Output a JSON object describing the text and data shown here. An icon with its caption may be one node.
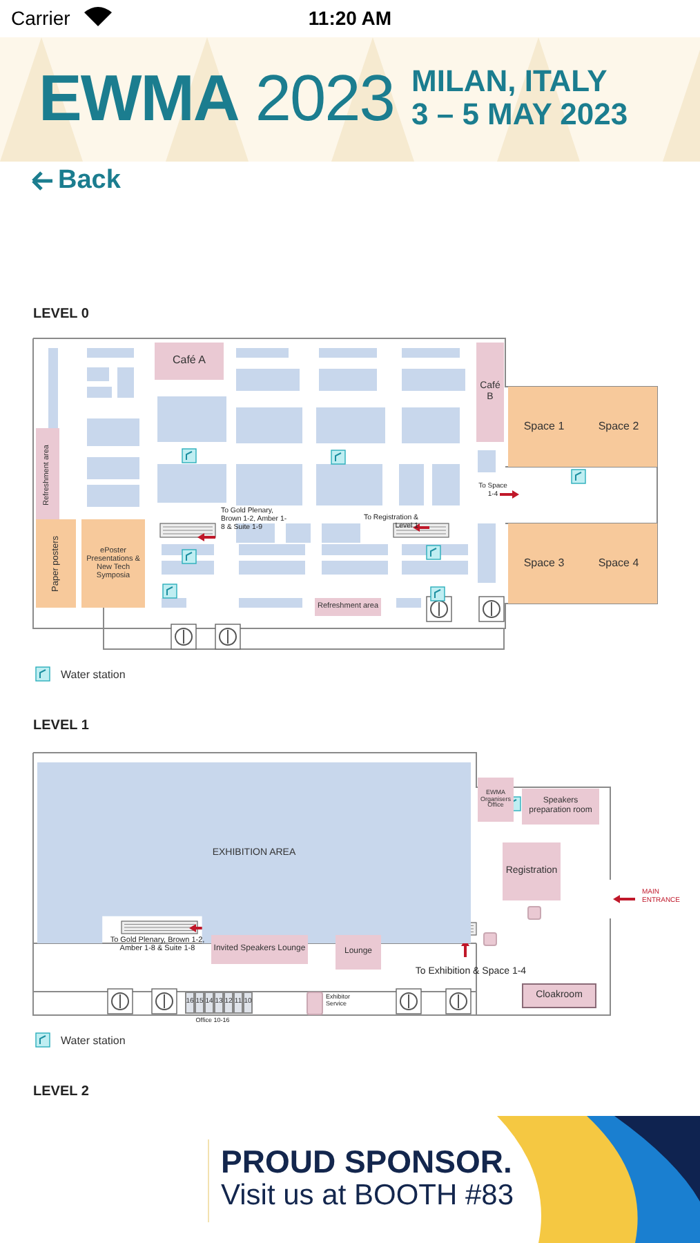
{
  "diagram": {
    "title": "**EWMA** 2023",
    "nodes": [
      {
        "text": [
          "Café A"
        ]
      },
      {
        "text": [
          "Café B"
        ]
      },
      {
        "text": [
          "Refreshment area"
        ]
      },
      {
        "text": [
          "Paper posters"
        ]
      },
      {
        "text": [
          "ePoster Presentations & New Tech Symposia"
        ]
      },
      {
        "text": [
          "Refreshment area"
        ]
      },
      {
        "text": [
          "Space 1"
        ]
      },
      {
        "text": [
          "Space 2"
        ]
      },
      {
        "text": [
          "Space 3"
        ]
      },
      {
        "text": [
          "Space 4"
        ]
      },
      {
        "text": [
          "EXHIBITION AREA"
        ]
      },
      {
        "text": [
          "Invited Speakers Lounge"
        ]
      },
      {
        "text": [
          "Lounge"
        ]
      },
      {
        "text": [],
        "shape": "box",
        "beside": [
          "Exhibitor Service"
        ]
      },
      {
        "text": [
          "EWMA Organisers Office"
        ]
      },
      {
        "text": [
          "Speakers preparation room"
        ]
      },
      {
        "text": [
          "Registration"
        ]
      },
      {
        "text": [],
        "shape": "box"
      },
      {
        "text": [],
        "shape": "box"
      },
      {
        "text": [
          "Cloakroom"
        ]
      },
      {
        "text": [
          "16"
        ]
      },
      {
        "text": [
          "15"
        ]
      },
      {
        "text": [
          "14"
        ]
      },
      {
        "text": [
          "13"
        ]
      },
      {
        "text": [
          "12"
        ]
      },
      {
        "text": [
          "11"
        ]
      },
      {
        "text": [
          "10"
        ]
      }
    ],
    "labels": [
      "Carrier",
      "11:20 AM",
      "MILAN, ITALY",
      "3 – 5 MAY 2023",
      "Back",
      "LEVEL 0",
      "To Gold Plenary, Brown 1-2, Amber 1-8 & Suite 1-9",
      "To Registration & Level 1",
      "To Space 1-4",
      "Water station",
      "LEVEL 1",
      "To Gold Plenary, Brown 1-2, Amber 1-8 & Suite 1-8",
      "Office 10-16",
      "To Exhibition & Space 1-4",
      "MAIN ENTRANCE",
      "Water station",
      "LEVEL 2",
      "PROUD SPONSOR.",
      "Visit us at BOOTH #83"
    ]
  }
}
